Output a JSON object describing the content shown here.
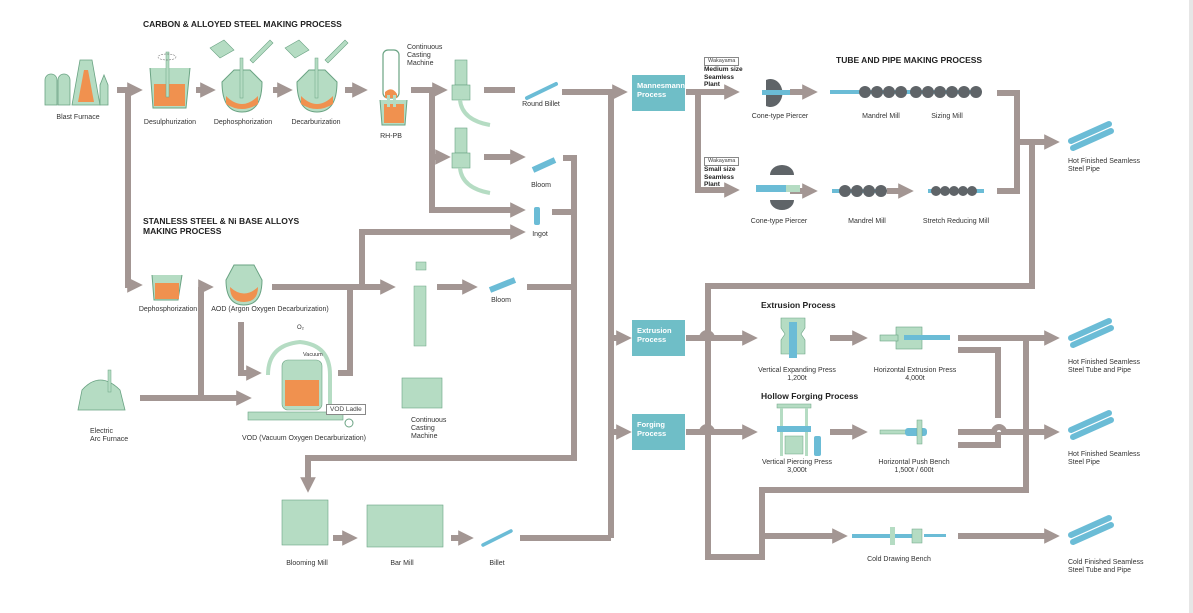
{
  "colors": {
    "flow": "#a39693",
    "equipment": "#b5dcc3",
    "equipment_outline": "#6aa383",
    "molten": "#f0914f",
    "product": "#6bbcd6",
    "process_box": "#6fbec7",
    "roll": "#5f6468"
  },
  "titles": {
    "carbon": "CARBON & ALLOYED STEEL MAKING PROCESS",
    "stainless": "STANLESS STEEL & Ni BASE ALLOYS\nMAKING PROCESS",
    "tube": "TUBE AND PIPE MAKING PROCESS",
    "extrusion": "Extrusion Process",
    "hollow_forging": "Hollow Forging Process"
  },
  "carbon_process": {
    "blast_furnace": "Blast Furnace",
    "desulphurization": "Desulphurization",
    "dephosphorization": "Dephosphorization",
    "decarburization": "Decarburization",
    "rh_pb": "RH-PB",
    "continuous_casting": "Continuous\nCasting\nMachine",
    "round_billet": "Round Billet",
    "bloom": "Bloom",
    "ingot": "Ingot"
  },
  "stainless_process": {
    "dephosphorization": "Dephosphorization",
    "aod": "AOD (Argon Oxygen Decarburization)",
    "o2": "O₂",
    "vacuum": "Vacuum",
    "vod_ladle": "VOD Ladle",
    "vod": "VOD (Vacuum Oxygen Decarburization)",
    "electric_arc_furnace": "Electric\nArc Furnace",
    "continuous_casting": "Continuous\nCasting\nMachine",
    "bloom": "Bloom"
  },
  "rolling": {
    "blooming_mill": "Blooming Mill",
    "bar_mill": "Bar Mill",
    "billet": "Billet"
  },
  "process_boxes": {
    "mannesmann": "Mannesmann\nProcess",
    "extrusion": "Extrusion\nProcess",
    "forging": "Forging\nProcess"
  },
  "tube_process": {
    "medium_tag": "Wakayama",
    "medium_plant": "Medium size\nSeamless\nPlant",
    "small_tag": "Wakayama",
    "small_plant": "Small size\nSeamless\nPlant",
    "cone_piercer_1": "Cone-type Piercer",
    "mandrel_mill_1": "Mandrel Mill",
    "sizing_mill": "Sizing Mill",
    "cone_piercer_2": "Cone-type Piercer",
    "mandrel_mill_2": "Mandrel Mill",
    "stretch_reducing_mill": "Stretch Reducing Mill"
  },
  "extrusion_process": {
    "vertical_expanding_press": "Vertical Expanding Press\n1,200t",
    "horizontal_extrusion_press": "Horizontal Extrusion Press\n4,000t"
  },
  "forging_process": {
    "vertical_piercing_press": "Vertical Piercing Press\n3,000t",
    "horizontal_push_bench": "Horizontal Push Bench\n1,500t / 600t"
  },
  "cold_process": {
    "cold_drawing_bench": "Cold Drawing Bench"
  },
  "products": {
    "hot_pipe_1": "Hot Finished Seamless\nSteel Pipe",
    "hot_tube_pipe": "Hot Finished Seamless\nSteel Tube and Pipe",
    "hot_pipe_2": "Hot Finished Seamless\nSteel Pipe",
    "cold_tube_pipe": "Cold Finished Seamless\nSteel Tube and Pipe"
  }
}
